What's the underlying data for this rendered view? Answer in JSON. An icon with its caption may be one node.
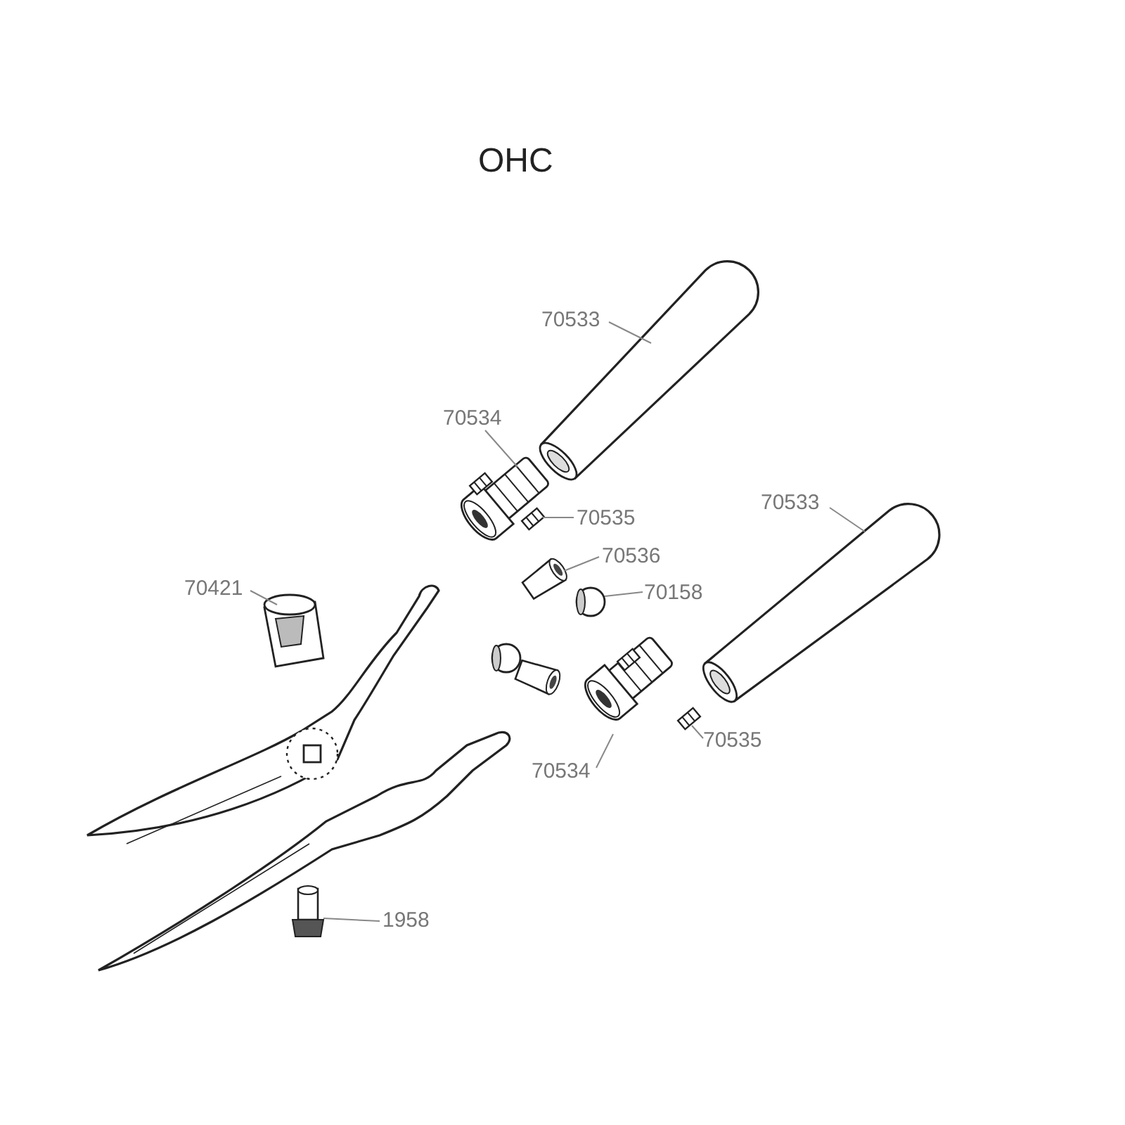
{
  "diagram": {
    "title": "OHC",
    "nodes": [
      {
        "text": [
          "70533"
        ]
      },
      {
        "text": [],
        "shape": "picture"
      },
      {
        "text": [
          "70534"
        ]
      },
      {
        "text": [],
        "shape": "picture"
      },
      {
        "text": [
          "70535"
        ]
      },
      {
        "text": [],
        "shape": "picture"
      },
      {
        "text": [
          "70536"
        ]
      },
      {
        "text": [],
        "shape": "picture"
      },
      {
        "text": [
          "70158"
        ]
      },
      {
        "text": [],
        "shape": "picture"
      },
      {
        "text": [
          "70533"
        ]
      },
      {
        "text": [],
        "shape": "picture"
      },
      {
        "text": [
          "70421"
        ]
      },
      {
        "text": [],
        "shape": "picture"
      },
      {
        "text": [
          "70535"
        ]
      },
      {
        "text": [],
        "shape": "picture"
      },
      {
        "text": [
          "70534"
        ]
      },
      {
        "text": [],
        "shape": "picture"
      },
      {
        "text": [
          "1958"
        ]
      },
      {
        "text": [],
        "shape": "picture"
      }
    ],
    "edges": [
      {
        "from": 0,
        "to": 1,
        "arrow": "none"
      },
      {
        "from": 2,
        "to": 3,
        "arrow": "none"
      },
      {
        "from": 4,
        "to": 5,
        "arrow": "none"
      },
      {
        "from": 6,
        "to": 7,
        "arrow": "none"
      },
      {
        "from": 8,
        "to": 9,
        "arrow": "none"
      },
      {
        "from": 10,
        "to": 11,
        "arrow": "none"
      },
      {
        "from": 12,
        "to": 13,
        "arrow": "none"
      },
      {
        "from": 14,
        "to": 15,
        "arrow": "none"
      },
      {
        "from": 16,
        "to": 17,
        "arrow": "none"
      },
      {
        "from": 18,
        "to": 19,
        "arrow": "none"
      }
    ]
  }
}
